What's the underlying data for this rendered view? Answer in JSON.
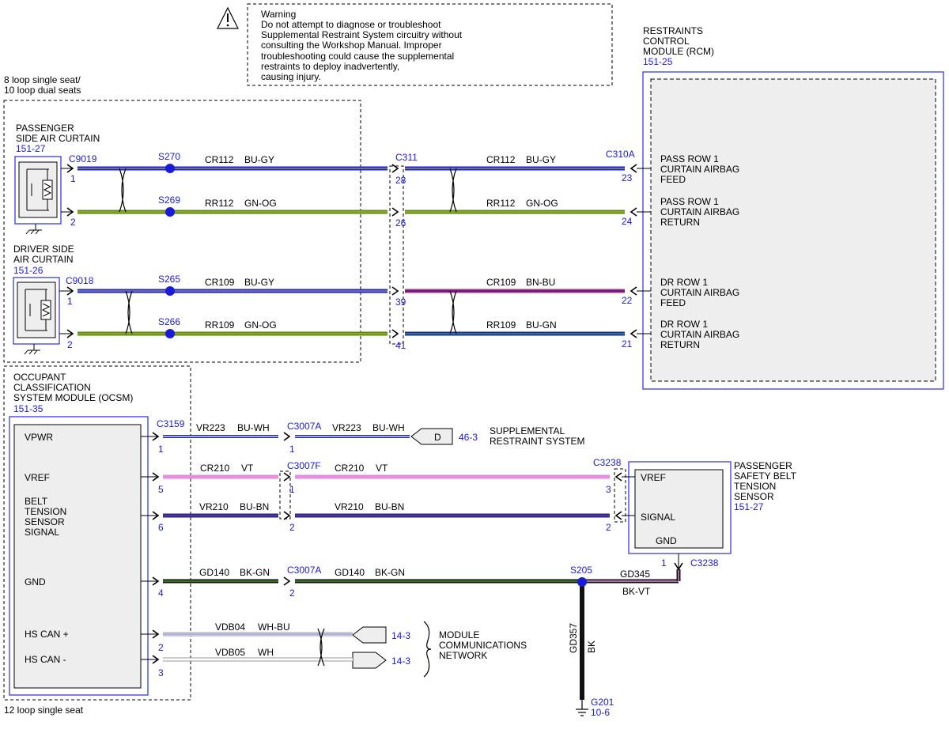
{
  "warning": {
    "title": "Warning",
    "lines": [
      "Do not attempt to diagnose or troubleshoot",
      "Supplemental Restraint System circuitry without",
      "consulting the Workshop Manual. Improper",
      "troubleshooting could cause the supplemental",
      "restraints to deploy inadvertently,",
      "causing injury."
    ]
  },
  "notes": {
    "loop_top_1": "8 loop single seat/",
    "loop_top_2": "10 loop dual seats",
    "loop_bottom": "12 loop single seat"
  },
  "rcm": {
    "name_lines": [
      "RESTRAINTS",
      "CONTROL",
      "MODULE (RCM)"
    ],
    "ref": "151-25",
    "pins": [
      {
        "lines": [
          "PASS ROW 1",
          "CURTAIN AIRBAG",
          "FEED"
        ]
      },
      {
        "lines": [
          "PASS ROW 1",
          "CURTAIN AIRBAG",
          "RETURN"
        ]
      },
      {
        "lines": [
          "DR ROW 1",
          "CURTAIN AIRBAG",
          "FEED"
        ]
      },
      {
        "lines": [
          "DR ROW 1",
          "CURTAIN AIRBAG",
          "RETURN"
        ]
      }
    ]
  },
  "pass_curtain": {
    "name_lines": [
      "PASSENGER",
      "SIDE AIR CURTAIN"
    ],
    "ref": "151-27"
  },
  "driver_curtain": {
    "name_lines": [
      "DRIVER SIDE",
      "AIR CURTAIN"
    ],
    "ref": "151-26"
  },
  "ocsm": {
    "name_lines": [
      "OCCUPANT",
      "CLASSIFICATION",
      "SYSTEM MODULE (OCSM)"
    ],
    "ref": "151-35",
    "pins": [
      {
        "lines": [
          "VPWR"
        ]
      },
      {
        "lines": [
          "VREF"
        ]
      },
      {
        "lines": [
          "BELT",
          "TENSION",
          "SENSOR",
          "SIGNAL"
        ]
      },
      {
        "lines": [
          "GND"
        ]
      },
      {
        "lines": [
          "HS CAN +"
        ]
      },
      {
        "lines": [
          "HS CAN -"
        ]
      }
    ]
  },
  "belt_sensor": {
    "name_lines": [
      "PASSENGER",
      "SAFETY BELT",
      "TENSION",
      "SENSOR"
    ],
    "ref": "151-27",
    "pin_labels": [
      "VREF",
      "SIGNAL",
      "GND"
    ]
  },
  "connectors": [
    "C9019",
    "C9018",
    "C311",
    "C310A",
    "C3159",
    "C3007A",
    "C3007F",
    "C3007A",
    "C3238",
    "C3238"
  ],
  "splices": [
    "S270",
    "S269",
    "S265",
    "S266",
    "S205"
  ],
  "pins": [
    "1",
    "2",
    "1",
    "2",
    "28",
    "26",
    "39",
    "41",
    "23",
    "24",
    "22",
    "21",
    "1",
    "5",
    "6",
    "4",
    "2",
    "3",
    "1",
    "1",
    "2",
    "2",
    "3",
    "2",
    "1"
  ],
  "wires": [
    {
      "circuit": "CR112",
      "color": "BU-GY"
    },
    {
      "circuit": "RR112",
      "color": "GN-OG"
    },
    {
      "circuit": "CR109",
      "color": "BU-GY"
    },
    {
      "circuit": "RR109",
      "color": "GN-OG"
    },
    {
      "circuit": "CR112",
      "color": "BU-GY"
    },
    {
      "circuit": "RR112",
      "color": "GN-OG"
    },
    {
      "circuit": "CR109",
      "color": "BN-BU"
    },
    {
      "circuit": "RR109",
      "color": "BU-GN"
    },
    {
      "circuit": "VR223",
      "color": "BU-WH"
    },
    {
      "circuit": "VR223",
      "color": "BU-WH"
    },
    {
      "circuit": "CR210",
      "color": "VT"
    },
    {
      "circuit": "CR210",
      "color": "VT"
    },
    {
      "circuit": "VR210",
      "color": "BU-BN"
    },
    {
      "circuit": "VR210",
      "color": "BU-BN"
    },
    {
      "circuit": "GD140",
      "color": "BK-GN"
    },
    {
      "circuit": "GD140",
      "color": "BK-GN"
    },
    {
      "circuit": "GD345",
      "color": "BK-VT"
    },
    {
      "circuit": "VDB04",
      "color": "WH-BU"
    },
    {
      "circuit": "VDB05",
      "color": "WH"
    },
    {
      "circuit": "GD357",
      "color": "BK"
    }
  ],
  "refs": {
    "srs_letter": "D",
    "srs_page": "46-3",
    "srs_lines": [
      "SUPPLEMENTAL",
      "RESTRAINT SYSTEM"
    ],
    "can_page_1": "14-3",
    "can_page_2": "14-3",
    "mcn_lines": [
      "MODULE",
      "COMMUNICATIONS",
      "NETWORK"
    ],
    "ground": "G201",
    "ground_ref": "10-6"
  },
  "wire_colors": {
    "BU": "#1a22c8",
    "GN": "#3a9a1a",
    "BN": "#8b3a1a",
    "VT": "#e58ee0",
    "BK": "#111111",
    "WH": "#d8d8d8",
    "GY": "#8a8a8a",
    "OG": "#e88a1a",
    "BN-BU_main": "#c0305a",
    "accent_blue": "#1a1adb"
  },
  "icons": [
    "warning-triangle-icon",
    "ground-symbol-icon",
    "airbag-squib-icon",
    "twisted-pair-icon",
    "splice-dot-icon",
    "connector-arrow-icon"
  ]
}
